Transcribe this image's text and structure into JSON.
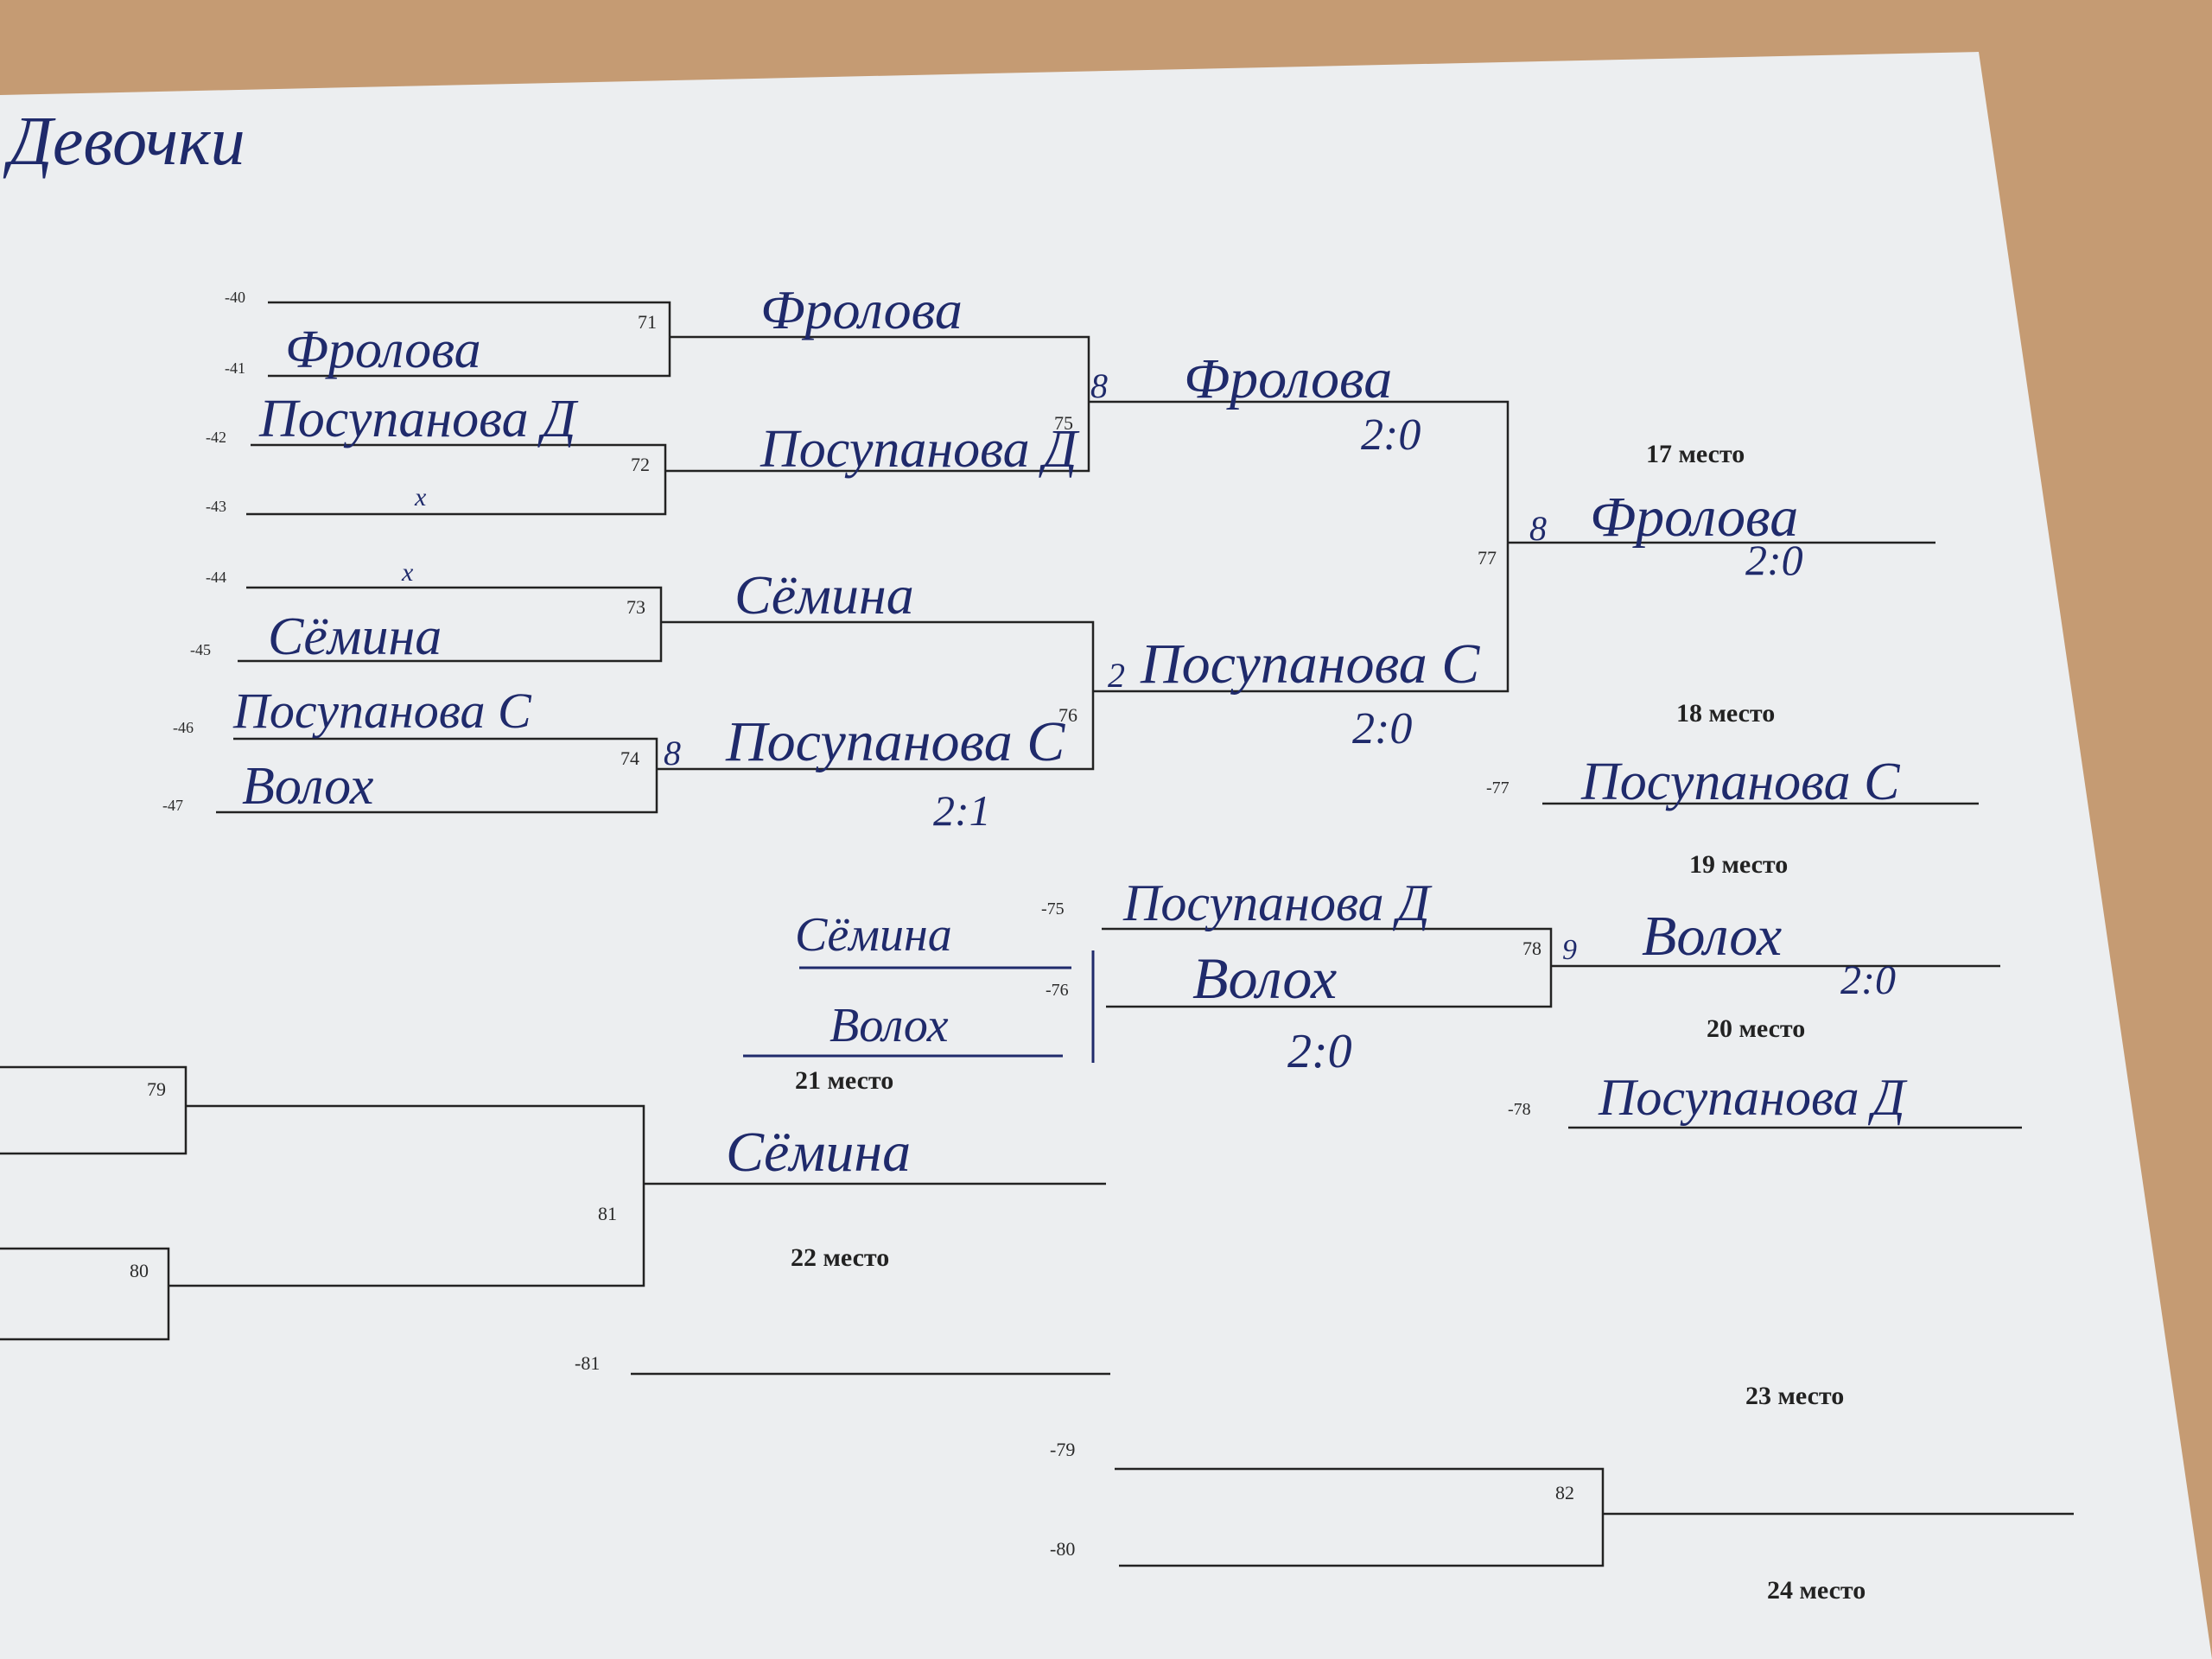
{
  "header": {
    "title_handwritten": "Девочки"
  },
  "bracket": {
    "seeds": [
      "-40",
      "-41",
      "-42",
      "-43",
      "-44",
      "-45",
      "-46",
      "-47"
    ],
    "round1": {
      "players": [
        "Фролова",
        "Посупанова Д",
        "x",
        "x",
        "Сёмина",
        "Посупанова С",
        "Волох"
      ],
      "matches": [
        "71",
        "72",
        "73",
        "74"
      ],
      "winners": [
        "Фролова",
        "Посупанова Д",
        "Сёмина",
        "Посупанова С"
      ],
      "score_74": "2:1",
      "mark_74": "8"
    },
    "round2": {
      "matches": [
        "75",
        "76"
      ],
      "winners": [
        "Фролова",
        "Посупанова С"
      ],
      "scores": [
        "2:0",
        "2:0"
      ],
      "marks": [
        "8",
        "2"
      ]
    },
    "final": {
      "match": "77",
      "winner": "Фролова",
      "score": "2:0",
      "mark": "8",
      "place_17": "17 место",
      "place_18": "18 место",
      "loser_ref": "-77",
      "loser": "Посупанова С"
    },
    "consolation": {
      "refs": [
        "-75",
        "-76"
      ],
      "players": [
        "Посупанова Д",
        "Волох"
      ],
      "match": "78",
      "winner": "Волох",
      "score": "2:0",
      "mark": "9",
      "place_19": "19 место",
      "place_20": "20 место",
      "loser_ref": "-78",
      "loser": "Посупанова Д"
    },
    "side_list": {
      "names": [
        "Сёмина",
        "Волох"
      ],
      "place_21": "21 место",
      "score": "2:0"
    },
    "lower": {
      "matches": [
        "79",
        "80",
        "81",
        "82"
      ],
      "winner_81": "Сёмина",
      "place_22": "22 место",
      "ref_81": "-81",
      "place_23": "23 место",
      "refs_82": [
        "-79",
        "-80"
      ],
      "place_24": "24 место"
    }
  }
}
